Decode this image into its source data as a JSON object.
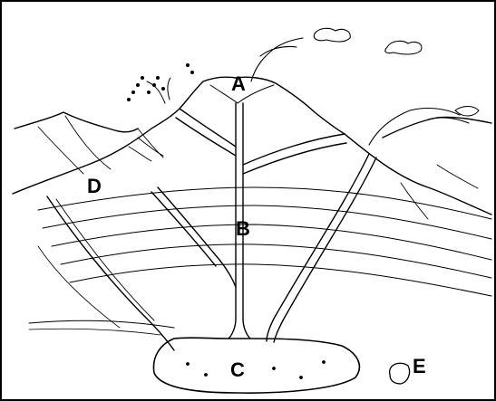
{
  "diagram": {
    "labels": {
      "a": "A",
      "b": "B",
      "c": "C",
      "d": "D",
      "e": "E"
    },
    "colors": {
      "ink": "#000000",
      "background": "#ffffff"
    }
  }
}
